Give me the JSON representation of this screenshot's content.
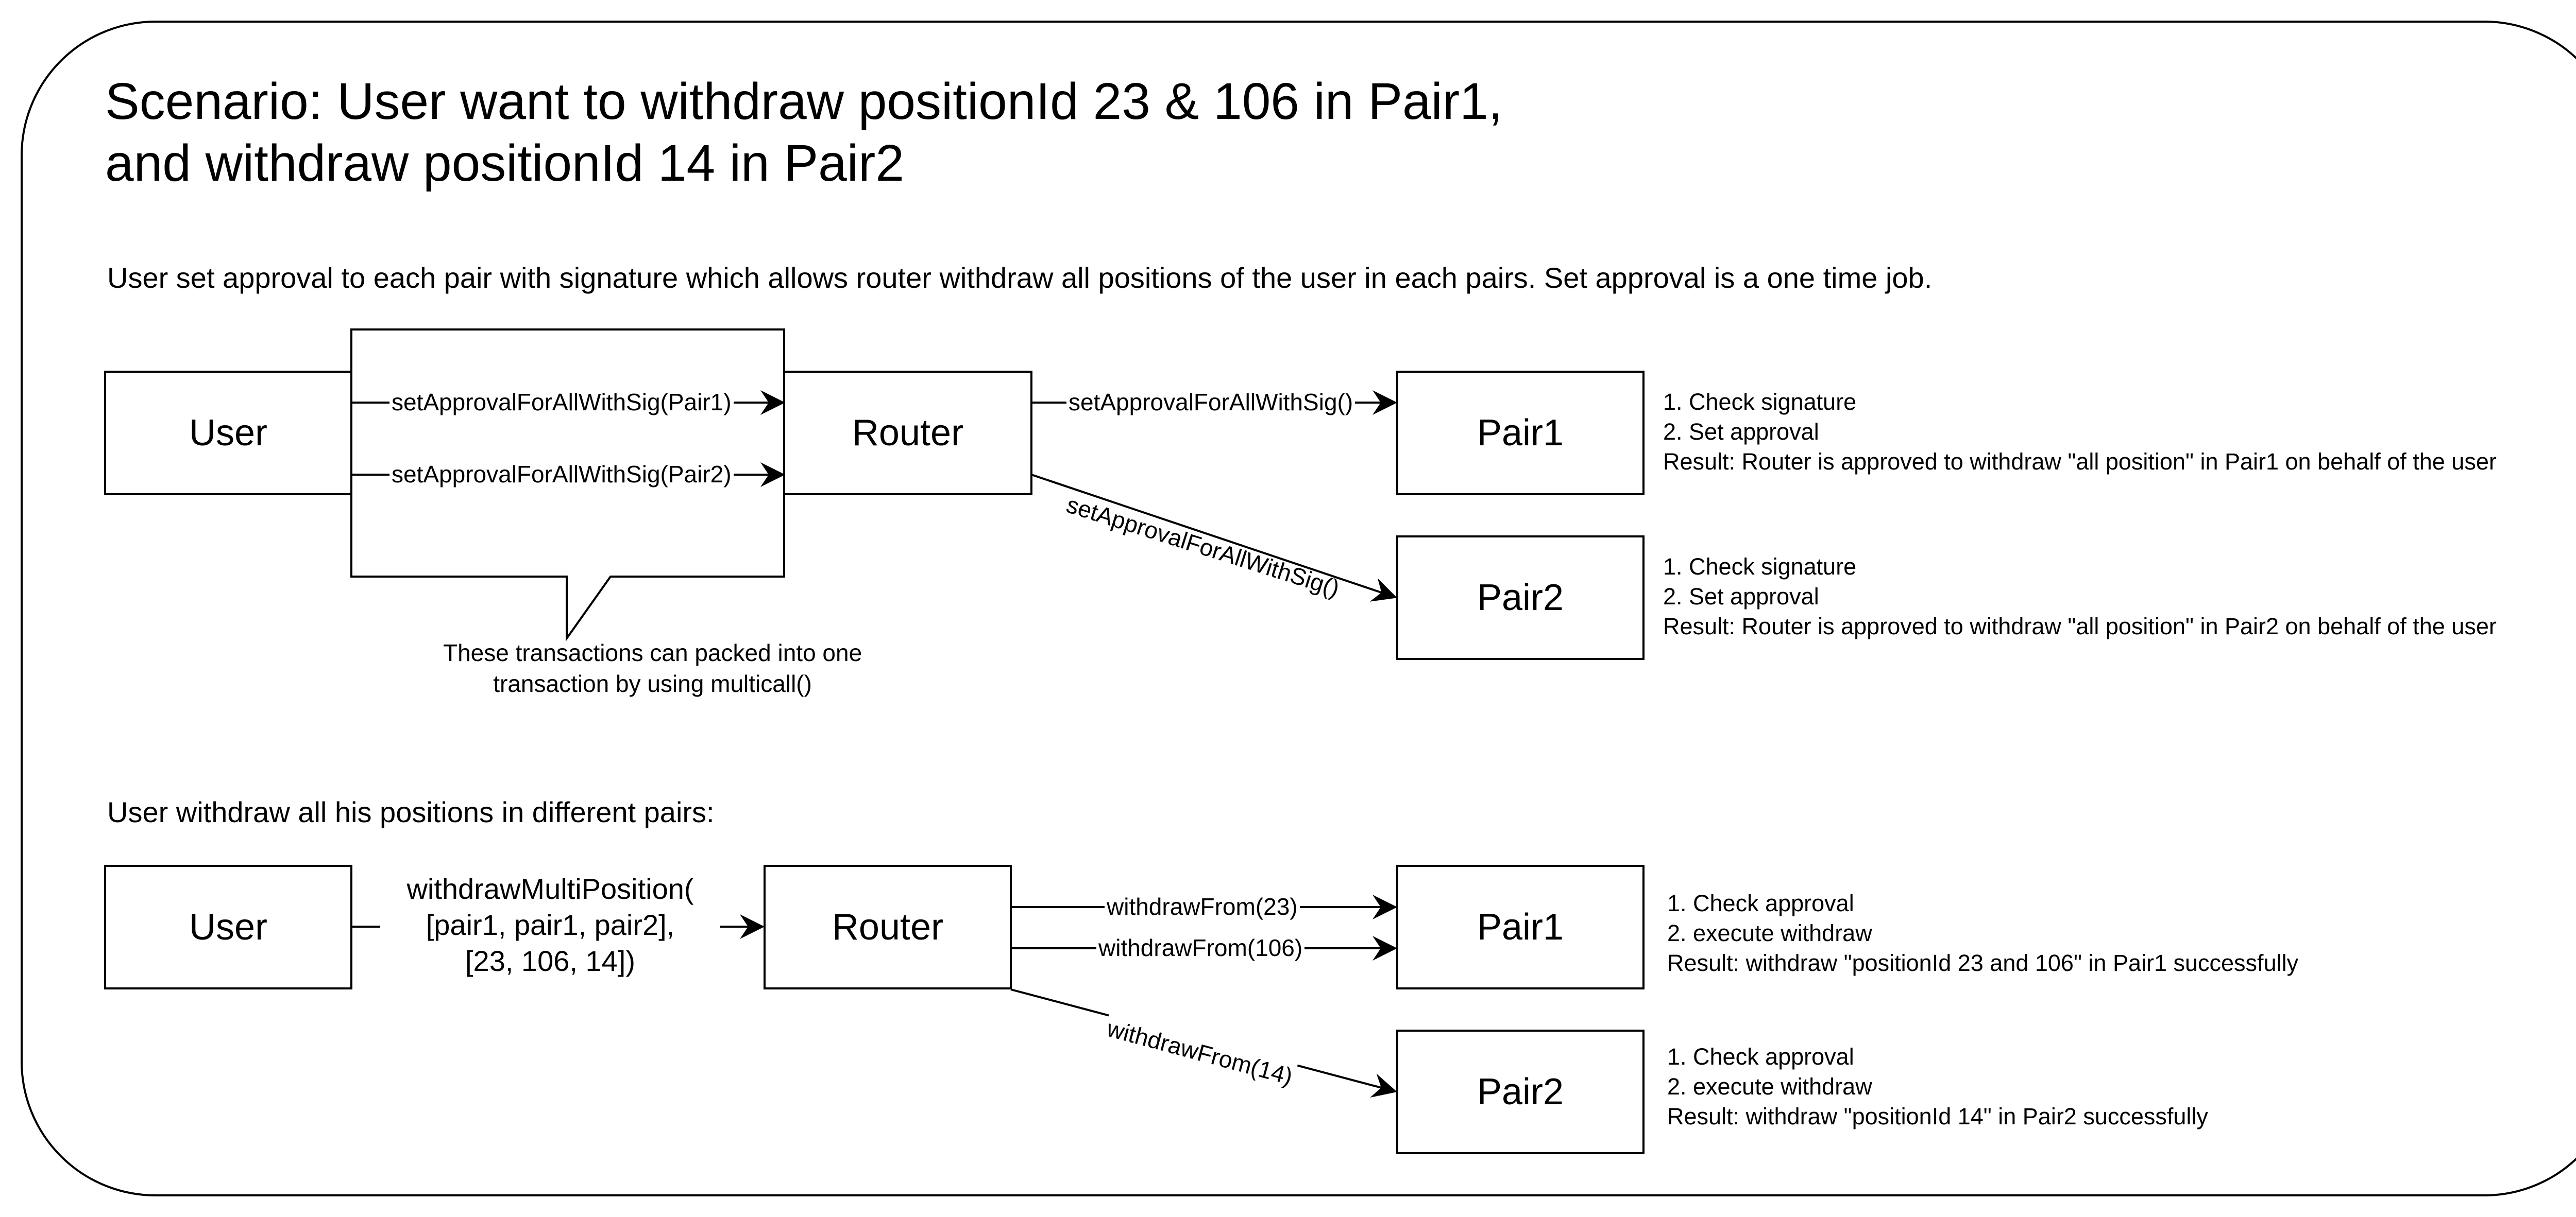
{
  "title": {
    "line1": "Scenario: User want to withdraw positionId 23 & 106 in Pair1,",
    "line2": "and withdraw positionId 14 in Pair2"
  },
  "section1": {
    "description": "User set approval to each pair with signature which allows router withdraw all positions of the user in each pairs. Set approval is a one time job.",
    "nodes": {
      "user": "User",
      "router": "Router",
      "pair1": "Pair1",
      "pair2": "Pair2"
    },
    "edges": {
      "user_router_pair1": "setApprovalForAllWithSig(Pair1)",
      "user_router_pair2": "setApprovalForAllWithSig(Pair2)",
      "router_pair1": "setApprovalForAllWithSig()",
      "router_pair2": "setApprovalForAllWithSig()"
    },
    "callout": {
      "line1": "These transactions can packed into one",
      "line2": "transaction by using multicall()"
    },
    "notes": {
      "pair1": [
        "1. Check signature",
        "2. Set approval",
        "Result: Router is approved to withdraw \"all position\" in Pair1 on behalf of the user"
      ],
      "pair2": [
        "1. Check signature",
        "2. Set approval",
        "Result: Router is approved to withdraw \"all position\" in Pair2 on behalf of the user"
      ]
    }
  },
  "section2": {
    "description": "User withdraw all his positions in different pairs:",
    "nodes": {
      "user": "User",
      "router": "Router",
      "pair1": "Pair1",
      "pair2": "Pair2"
    },
    "call": {
      "line1": "withdrawMultiPosition(",
      "line2": "[pair1, pair1, pair2],",
      "line3": "[23, 106, 14])"
    },
    "edges": {
      "router_pair1_a": "withdrawFrom(23)",
      "router_pair1_b": "withdrawFrom(106)",
      "router_pair2": "withdrawFrom(14)"
    },
    "notes": {
      "pair1": [
        "1. Check approval",
        "2. execute withdraw",
        "Result: withdraw \"positionId 23 and 106\" in Pair1 successfully"
      ],
      "pair2": [
        "1. Check approval",
        "2. execute withdraw",
        "Result: withdraw \"positionId 14\" in Pair2 successfully"
      ]
    }
  }
}
